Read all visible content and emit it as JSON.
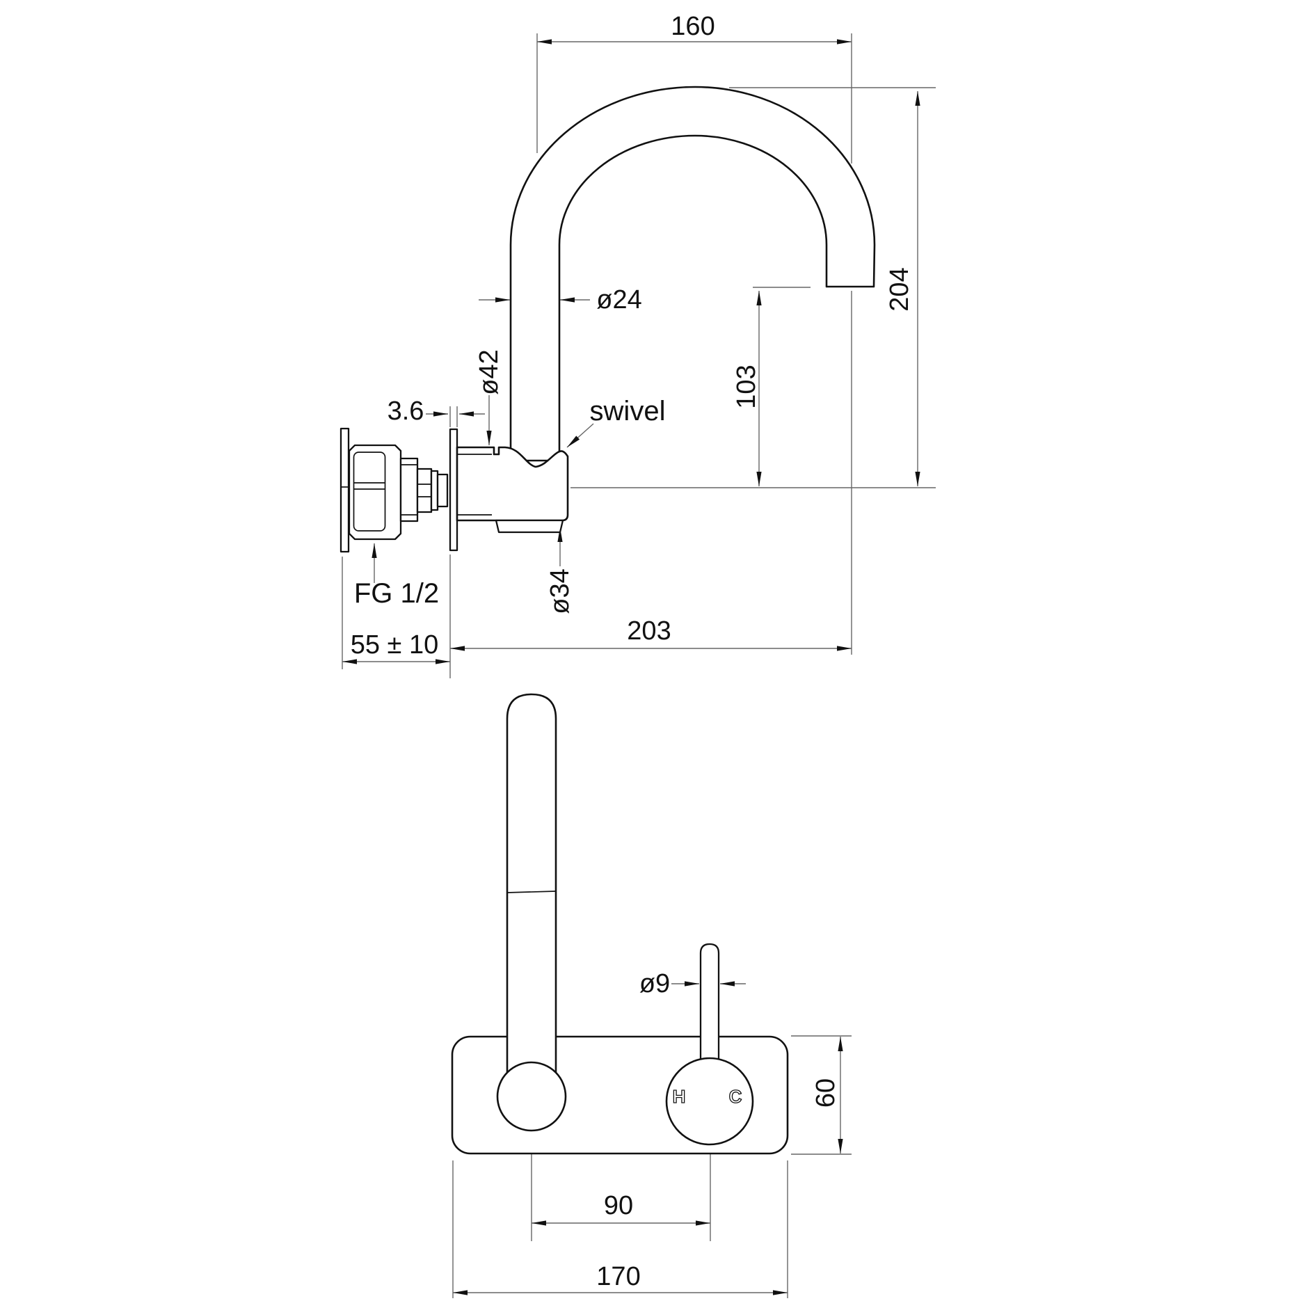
{
  "drawing": {
    "type": "technical-drawing",
    "subject": "wall-mounted gooseneck swivel tap, dimensioned side and front views",
    "side_view": {
      "labels": {
        "reach_top": "160",
        "overall_height": "204",
        "spout_dia": "ø24",
        "body_dia": "ø42",
        "plate_thickness": "3.6",
        "swivel_note": "swivel",
        "outlet_height": "103",
        "thread": "FG 1/2",
        "collar_dia": "ø34",
        "wall_depth": "55 ± 10",
        "overall_reach": "203"
      }
    },
    "front_view": {
      "labels": {
        "lever_dia": "ø9",
        "plate_height": "60",
        "hole_centres": "90",
        "plate_width": "170",
        "hot": "H",
        "cold": "C"
      }
    },
    "colors": {
      "object_line": "#111111",
      "dimension_line": "#666666",
      "background": "#ffffff"
    }
  }
}
